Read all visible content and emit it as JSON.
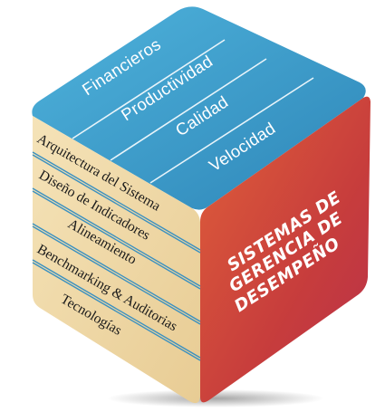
{
  "top_face": {
    "items": [
      "Financieros",
      "Productividad",
      "Calidad",
      "Velocidad"
    ]
  },
  "left_face": {
    "items": [
      "Arquitectura del Sistema",
      "Diseño de Indicadores",
      "Alineamiento",
      "Benchmarking & Auditorias",
      "Tecnologías"
    ]
  },
  "right_face": {
    "title_lines": [
      "SISTEMAS DE",
      "GERENCIA DE",
      "DESEMPEÑO"
    ]
  },
  "colors": {
    "top_face": "#3a9cc8",
    "left_face": "#efd8a8",
    "right_face": "#d2453e",
    "divider_blue": "#3a90c0",
    "top_divider": "#e8f4fa"
  }
}
